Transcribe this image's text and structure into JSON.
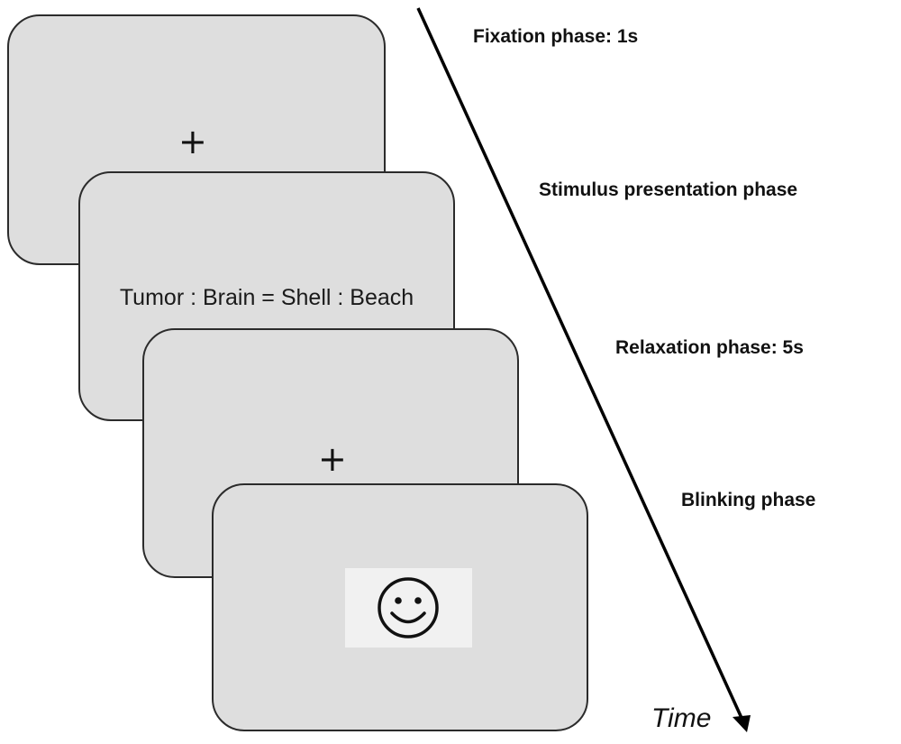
{
  "screens": [
    {
      "content": "+"
    },
    {
      "content": "Tumor : Brain = Shell : Beach"
    },
    {
      "content": "+"
    },
    {
      "content_icon": "smiley-face-icon"
    }
  ],
  "phases": {
    "fixation": "Fixation phase: 1s",
    "stimulus": "Stimulus presentation phase",
    "relaxation": "Relaxation phase: 5s",
    "blinking": "Blinking phase"
  },
  "time_axis": {
    "label": "Time",
    "color": "#000000"
  },
  "colors": {
    "screen_fill": "#dedede",
    "screen_border": "#2b2b2b"
  }
}
